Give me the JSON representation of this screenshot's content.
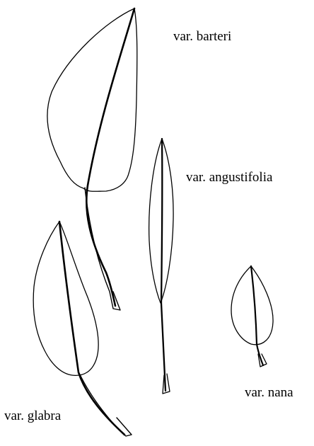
{
  "labels": {
    "barteri": "var. barteri",
    "angustifolia": "var. angustifolia",
    "nana": "var. nana",
    "glabra": "var. glabra"
  },
  "colors": {
    "line": "#000000",
    "background": "#ffffff"
  }
}
